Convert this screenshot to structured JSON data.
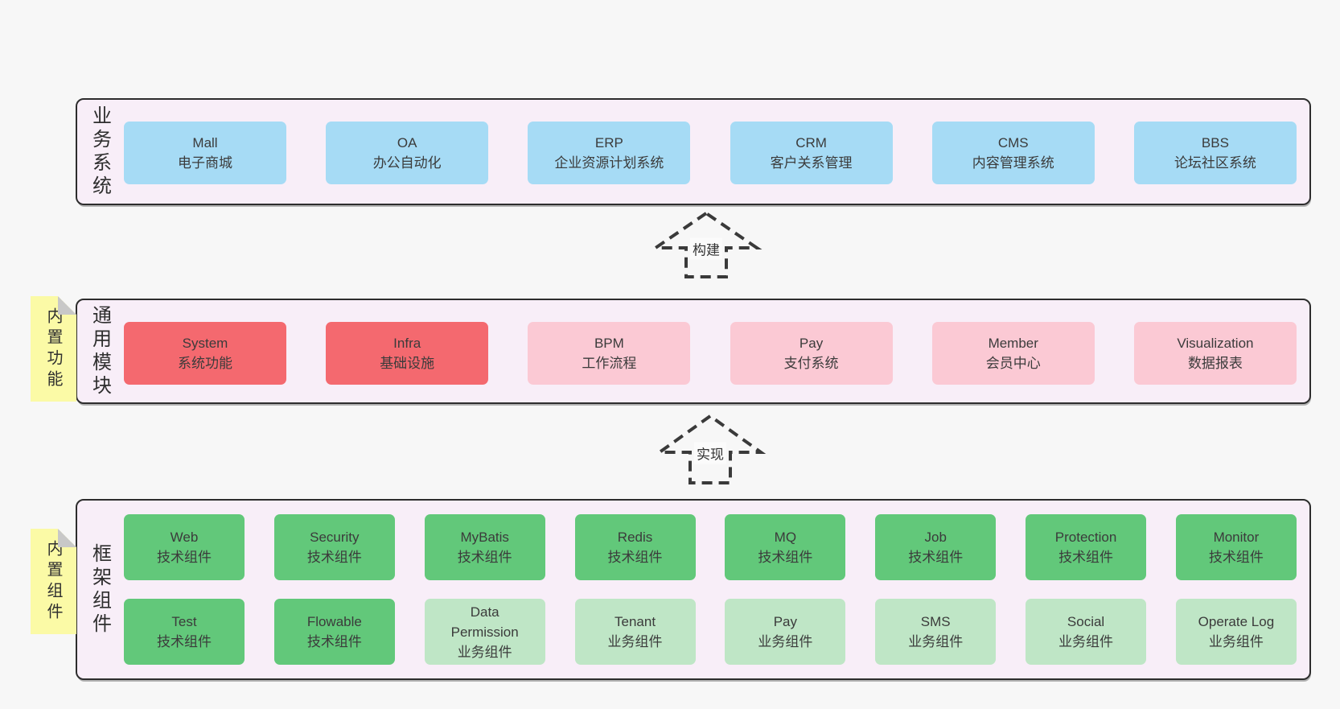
{
  "layers": [
    {
      "label": "业务系统",
      "boxes": [
        {
          "name": "Mall",
          "subtitle": "电子商城",
          "variant": "blue"
        },
        {
          "name": "OA",
          "subtitle": "办公自动化",
          "variant": "blue"
        },
        {
          "name": "ERP",
          "subtitle": "企业资源计划系统",
          "variant": "blue"
        },
        {
          "name": "CRM",
          "subtitle": "客户关系管理",
          "variant": "blue"
        },
        {
          "name": "CMS",
          "subtitle": "内容管理系统",
          "variant": "blue"
        },
        {
          "name": "BBS",
          "subtitle": "论坛社区系统",
          "variant": "blue"
        }
      ]
    },
    {
      "label": "通用模块",
      "sticky": "内置功能",
      "boxes": [
        {
          "name": "System",
          "subtitle": "系统功能",
          "variant": "red"
        },
        {
          "name": "Infra",
          "subtitle": "基础设施",
          "variant": "red"
        },
        {
          "name": "BPM",
          "subtitle": "工作流程",
          "variant": "pink"
        },
        {
          "name": "Pay",
          "subtitle": "支付系统",
          "variant": "pink"
        },
        {
          "name": "Member",
          "subtitle": "会员中心",
          "variant": "pink"
        },
        {
          "name": "Visualization",
          "subtitle": "数据报表",
          "variant": "pink"
        }
      ]
    },
    {
      "label": "框架组件",
      "sticky": "内置组件",
      "rows": [
        [
          {
            "name": "Web",
            "subtitle": "技术组件",
            "variant": "green"
          },
          {
            "name": "Security",
            "subtitle": "技术组件",
            "variant": "green"
          },
          {
            "name": "MyBatis",
            "subtitle": "技术组件",
            "variant": "green"
          },
          {
            "name": "Redis",
            "subtitle": "技术组件",
            "variant": "green"
          },
          {
            "name": "MQ",
            "subtitle": "技术组件",
            "variant": "green"
          },
          {
            "name": "Job",
            "subtitle": "技术组件",
            "variant": "green"
          },
          {
            "name": "Protection",
            "subtitle": "技术组件",
            "variant": "green"
          },
          {
            "name": "Monitor",
            "subtitle": "技术组件",
            "variant": "green"
          }
        ],
        [
          {
            "name": "Test",
            "subtitle": "技术组件",
            "variant": "green"
          },
          {
            "name": "Flowable",
            "subtitle": "技术组件",
            "variant": "green"
          },
          {
            "name": "Data Permission",
            "subtitle": "业务组件",
            "variant": "lightgreen"
          },
          {
            "name": "Tenant",
            "subtitle": "业务组件",
            "variant": "lightgreen"
          },
          {
            "name": "Pay",
            "subtitle": "业务组件",
            "variant": "lightgreen"
          },
          {
            "name": "SMS",
            "subtitle": "业务组件",
            "variant": "lightgreen"
          },
          {
            "name": "Social",
            "subtitle": "业务组件",
            "variant": "lightgreen"
          },
          {
            "name": "Operate Log",
            "subtitle": "业务组件",
            "variant": "lightgreen"
          }
        ]
      ]
    }
  ],
  "arrows": [
    {
      "label": "构建"
    },
    {
      "label": "实现"
    }
  ],
  "colors": {
    "canvas_bg": "#f7f7f7",
    "band_fill": "#f8eef8",
    "band_border": "#2d2d2d",
    "blue": "#a6dbf5",
    "red": "#f4696f",
    "pink": "#fbc9d4",
    "green": "#62c87a",
    "light_green": "#bfe6c6",
    "sticky_yellow": "#fbfaa6",
    "sticky_fold": "#c8c8c8",
    "arrow": "#3a3a3a",
    "text": "#3b3b3b"
  }
}
